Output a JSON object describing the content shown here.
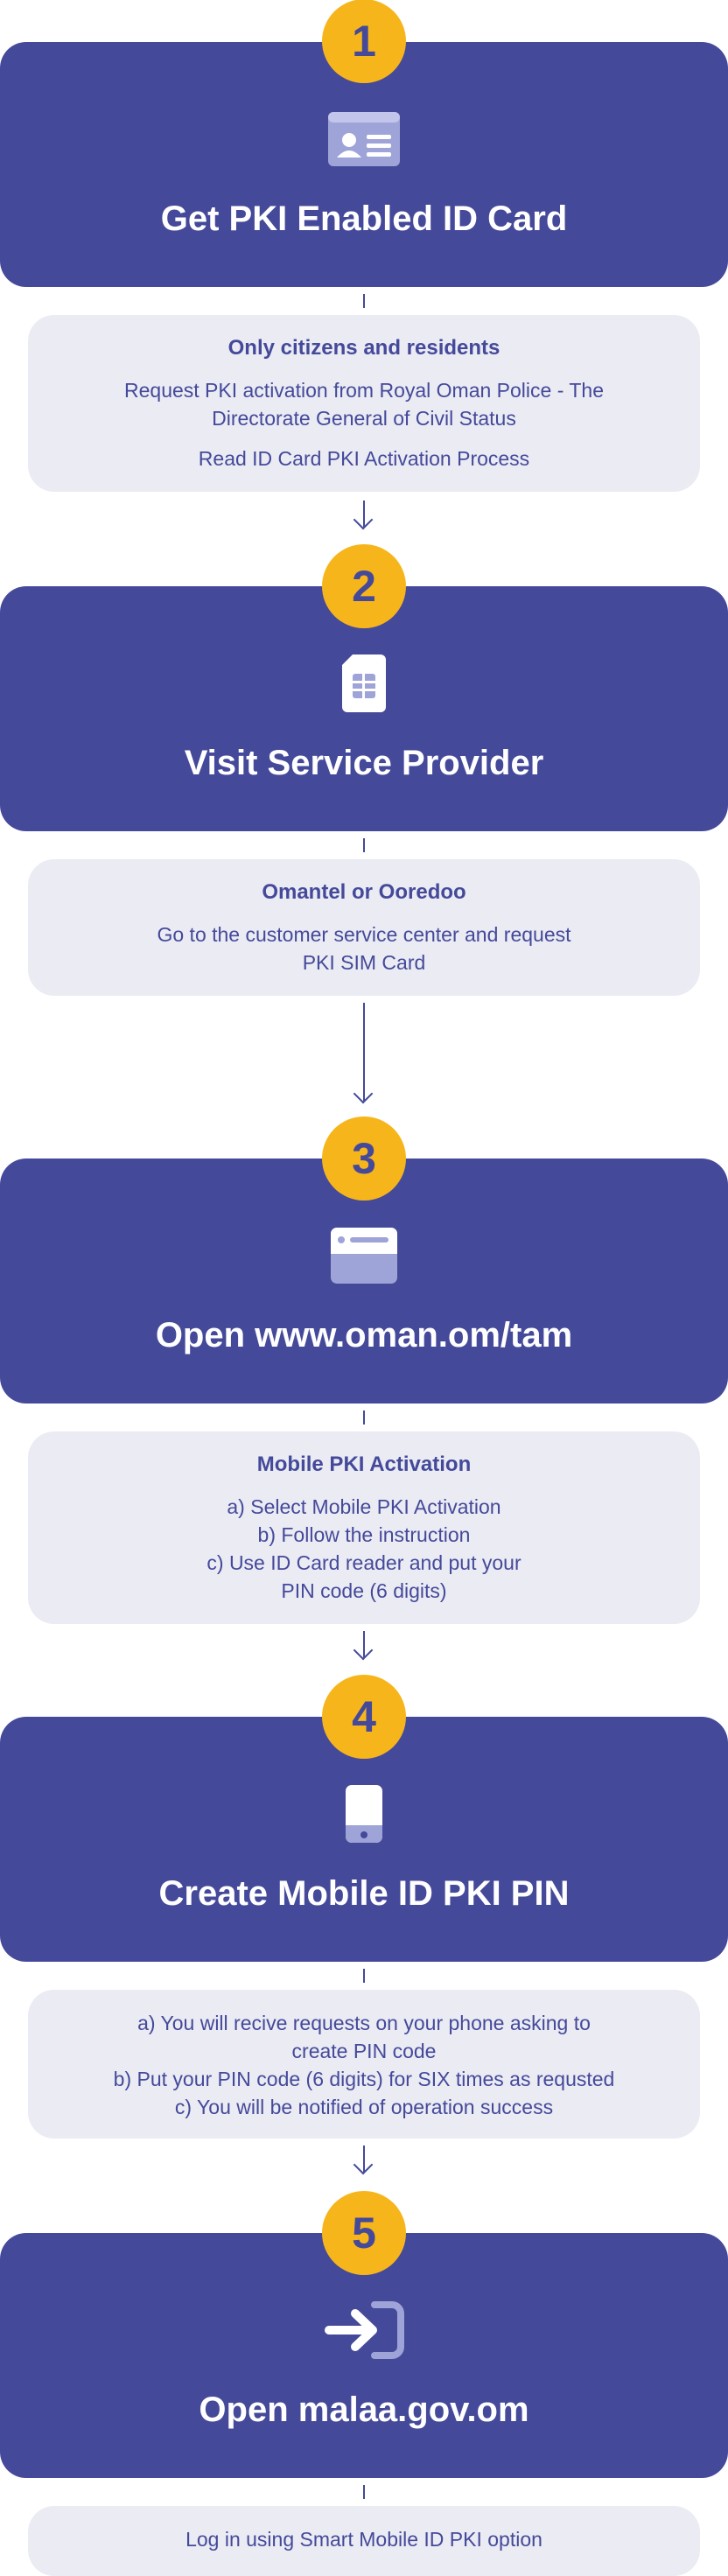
{
  "steps": [
    {
      "number": "1",
      "title": "Get PKI Enabled ID Card",
      "icon": "id-card-icon"
    },
    {
      "number": "2",
      "title": "Visit Service Provider",
      "icon": "sim-card-icon"
    },
    {
      "number": "3",
      "title": "Open www.oman.om/tam",
      "icon": "browser-window-icon"
    },
    {
      "number": "4",
      "title": "Create Mobile ID PKI PIN",
      "icon": "mobile-phone-icon"
    },
    {
      "number": "5",
      "title": "Open malaa.gov.om",
      "icon": "login-arrow-icon"
    }
  ],
  "info": {
    "step1": {
      "head": "Only citizens and residents",
      "line1": "Request PKI activation from Royal Oman Police - The",
      "line2": "Directorate General of Civil Status",
      "link": "Read ID Card PKI Activation Process"
    },
    "step2": {
      "head": "Omantel or Ooredoo",
      "line1": "Go to the customer service center and request",
      "line2": "PKI SIM Card"
    },
    "step3": {
      "head": "Mobile PKI Activation",
      "line1": "a) Select Mobile PKI Activation",
      "line2": "b) Follow the instruction",
      "line3": "c) Use ID Card reader and put your",
      "line4": "PIN code (6 digits)"
    },
    "step4": {
      "line1": "a) You will recive requests on your phone asking to",
      "line2": "create PIN code",
      "line3": "b) Put your PIN code (6 digits) for SIX times as requsted",
      "line4": "c) You will be notified of operation success"
    },
    "step5": {
      "line1": "Log in using Smart Mobile ID PKI option"
    }
  },
  "colors": {
    "primary": "#44499a",
    "accent": "#f7b51c",
    "info_bg": "#ebebf3"
  }
}
